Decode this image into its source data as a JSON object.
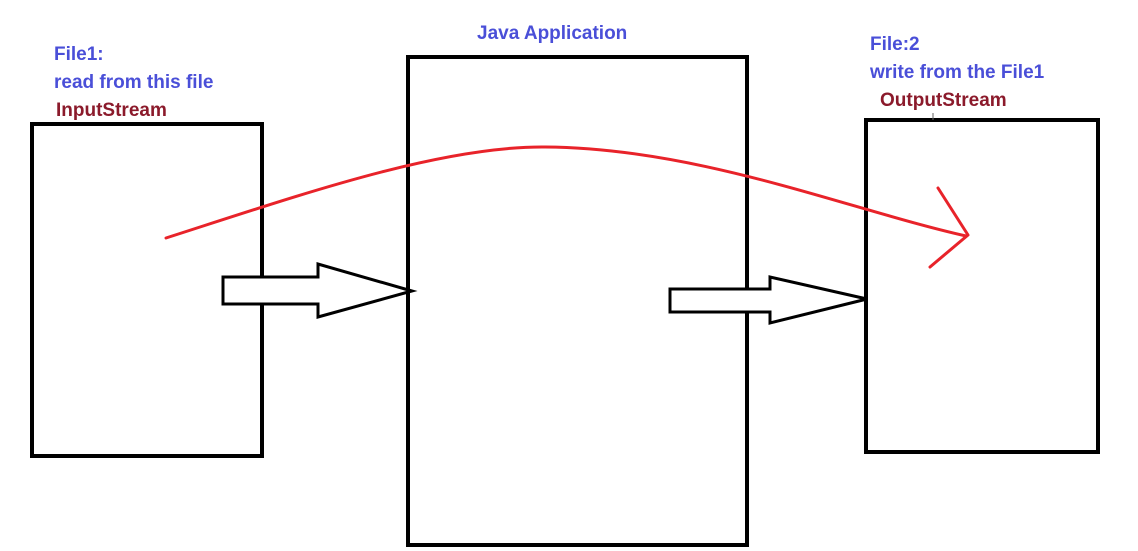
{
  "labels": {
    "file1_title": "File1:",
    "file1_desc": "read from this file",
    "input_stream": "InputStream",
    "app_title": "Java Application",
    "file2_title": "File:2",
    "file2_desc": "write from the File1",
    "output_stream": "OutputStream"
  },
  "colors": {
    "label_blue": "#4a4fd8",
    "label_maroon": "#8b1a2b",
    "flow_curve": "#e8232a",
    "stroke": "#000000"
  }
}
